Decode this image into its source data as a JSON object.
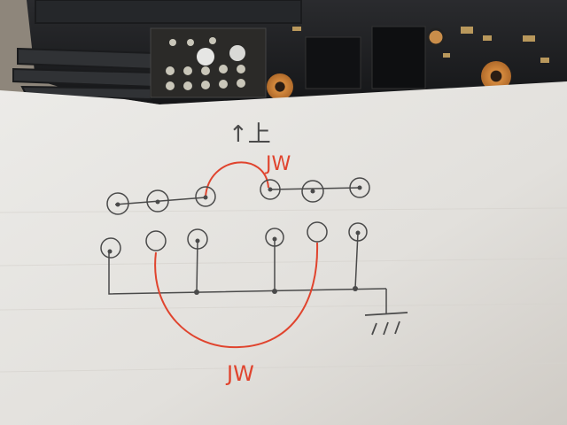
{
  "photo": {
    "note_heading": "↑上",
    "label_upper_jumper": "JW",
    "label_lower_jumper": "JW",
    "ground_symbol_name": "ground-symbol-icon",
    "ink_colors": {
      "pencil": "#4a4a4a",
      "red_pen": "#e0442e"
    },
    "paper_color": "#e9e7e3",
    "board_color": "#1e1f22"
  }
}
